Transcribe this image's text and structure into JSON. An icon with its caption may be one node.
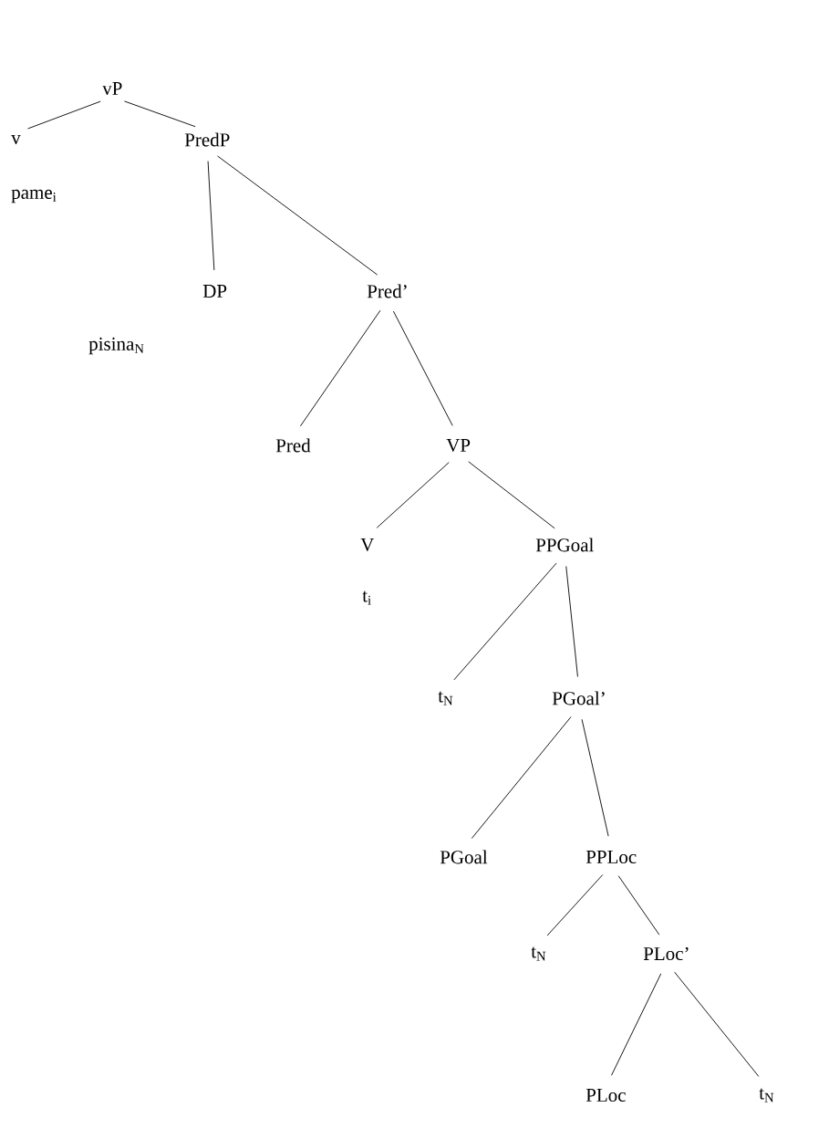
{
  "diagram": {
    "nodes": [
      {
        "text": [
          "vP"
        ]
      },
      {
        "text": [
          "v"
        ]
      },
      {
        "text": [
          "PredP"
        ]
      },
      {
        "text": [
          "DP"
        ]
      },
      {
        "text": [
          "Pred’"
        ]
      },
      {
        "text": [
          "Pred"
        ]
      },
      {
        "text": [
          "VP"
        ]
      },
      {
        "text": [
          "V"
        ]
      },
      {
        "text": [
          "PPGoal"
        ]
      },
      {
        "text": [
          "t$_{N}$"
        ]
      },
      {
        "text": [
          "PGoal’"
        ]
      },
      {
        "text": [
          "PGoal"
        ]
      },
      {
        "text": [
          "PPLoc"
        ]
      },
      {
        "text": [
          "t$_{N}$"
        ]
      },
      {
        "text": [
          "PLoc’"
        ]
      },
      {
        "text": [
          "PLoc"
        ]
      },
      {
        "text": [
          "t$_{N}$"
        ]
      }
    ],
    "edges": [
      {
        "from": 0,
        "to": 1,
        "arrow": "none"
      },
      {
        "from": 0,
        "to": 2,
        "arrow": "none"
      },
      {
        "from": 2,
        "to": 3,
        "arrow": "none"
      },
      {
        "from": 2,
        "to": 4,
        "arrow": "none"
      },
      {
        "from": 4,
        "to": 5,
        "arrow": "none"
      },
      {
        "from": 4,
        "to": 6,
        "arrow": "none"
      },
      {
        "from": 6,
        "to": 7,
        "arrow": "none"
      },
      {
        "from": 6,
        "to": 8,
        "arrow": "none"
      },
      {
        "from": 8,
        "to": 9,
        "arrow": "none"
      },
      {
        "from": 8,
        "to": 10,
        "arrow": "none"
      },
      {
        "from": 10,
        "to": 11,
        "arrow": "none"
      },
      {
        "from": 10,
        "to": 12,
        "arrow": "none"
      },
      {
        "from": 12,
        "to": 13,
        "arrow": "none"
      },
      {
        "from": 12,
        "to": 14,
        "arrow": "none"
      },
      {
        "from": 14,
        "to": 15,
        "arrow": "none"
      },
      {
        "from": 14,
        "to": 16,
        "arrow": "none"
      }
    ],
    "labels": [
      "pame$_{i}$",
      "pisina$_{N}$",
      "t$_{i}$"
    ]
  }
}
